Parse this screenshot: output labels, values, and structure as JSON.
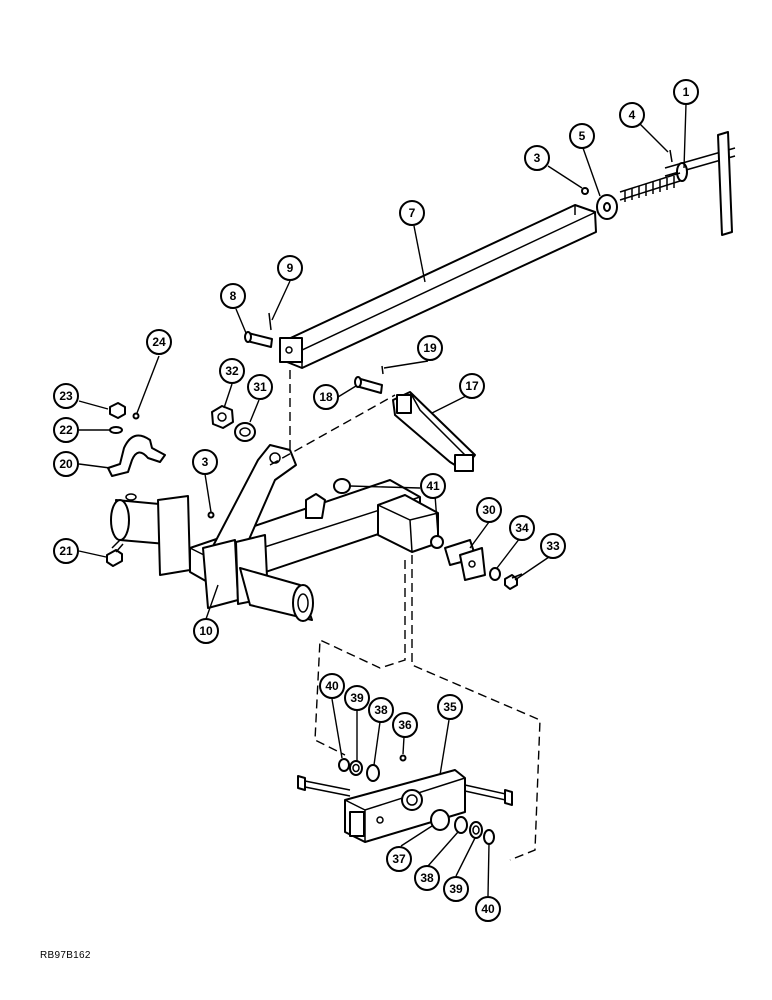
{
  "diagram": {
    "reference_code": "RB97B162",
    "callouts": [
      "1",
      "4",
      "5",
      "3",
      "7",
      "9",
      "8",
      "24",
      "32",
      "31",
      "19",
      "18",
      "17",
      "23",
      "22",
      "20",
      "3",
      "41",
      "30",
      "34",
      "33",
      "21",
      "10",
      "40",
      "39",
      "38",
      "36",
      "35",
      "37",
      "38",
      "39",
      "40"
    ]
  },
  "colors": {
    "line": "#000000",
    "background": "#ffffff"
  }
}
